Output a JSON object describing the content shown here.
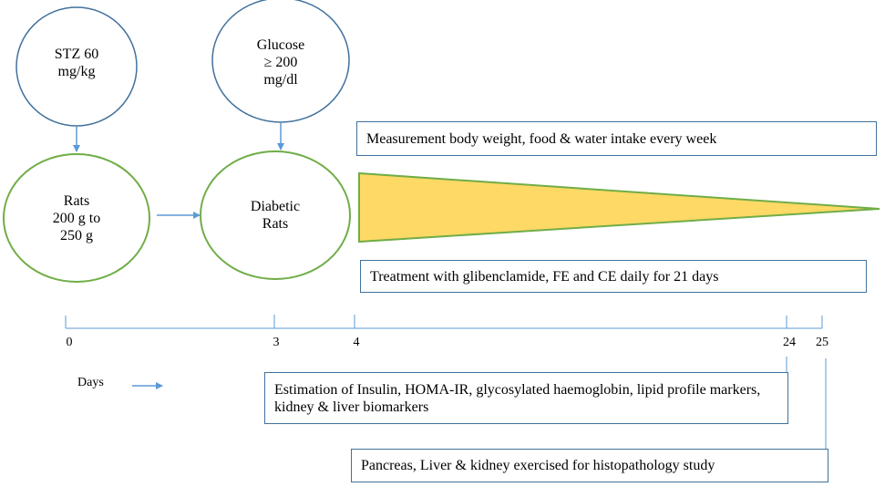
{
  "nodes": {
    "stz": "STZ 60\nmg/kg",
    "glucose": "Glucose\n≥ 200\nmg/dl",
    "rats": "Rats\n200 g to\n250 g",
    "diabetic_rats": "Diabetic\nRats"
  },
  "boxes": {
    "measurement": "Measurement body weight, food & water intake every week",
    "treatment": "Treatment with glibenclamide, FE and CE daily for 21 days",
    "estimation": "Estimation of Insulin, HOMA-IR, glycosylated haemoglobin, lipid profile markers, kidney & liver biomarkers",
    "pancreas": "Pancreas, Liver & kidney exercised for histopathology study"
  },
  "timeline": {
    "ticks": [
      "0",
      "3",
      "4",
      "24",
      "25"
    ],
    "days_label": "Days"
  },
  "colors": {
    "circle_blue": "#41719c",
    "circle_green": "#70ad47",
    "triangle_fill": "#ffd966",
    "line_blue": "#5b9bd5"
  }
}
